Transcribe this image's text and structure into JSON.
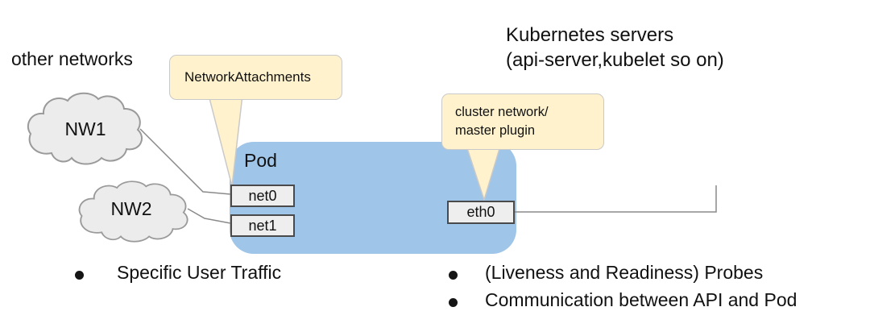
{
  "diagram": {
    "other_networks_label": "other networks",
    "kubernetes_servers": {
      "line1": "Kubernetes servers",
      "line2": "(api-server,kubelet so on)"
    },
    "pod_label": "Pod",
    "clouds": [
      {
        "label": "NW1"
      },
      {
        "label": "NW2"
      }
    ],
    "callouts": {
      "network_attachments": {
        "text": "NetworkAttachments"
      },
      "cluster_network": {
        "line1": "cluster network/",
        "line2": "master plugin"
      }
    },
    "interfaces": {
      "net0": "net0",
      "net1": "net1",
      "eth0": "eth0"
    },
    "bullets": {
      "left": [
        {
          "text": "Specific User Traffic"
        }
      ],
      "right": [
        {
          "text": "(Liveness and Readiness) Probes"
        },
        {
          "text": "Communication between API and Pod"
        }
      ]
    },
    "colors": {
      "pod_fill": "#9fc5e8",
      "callout_fill": "#fff2cc",
      "callout_border": "#c9c9c9",
      "cloud_fill": "#ececec",
      "cloud_border": "#9a9a9a",
      "interface_fill": "#eeeeee",
      "interface_border": "#4a4a4a",
      "connector_line": "#8a8a8a"
    }
  }
}
